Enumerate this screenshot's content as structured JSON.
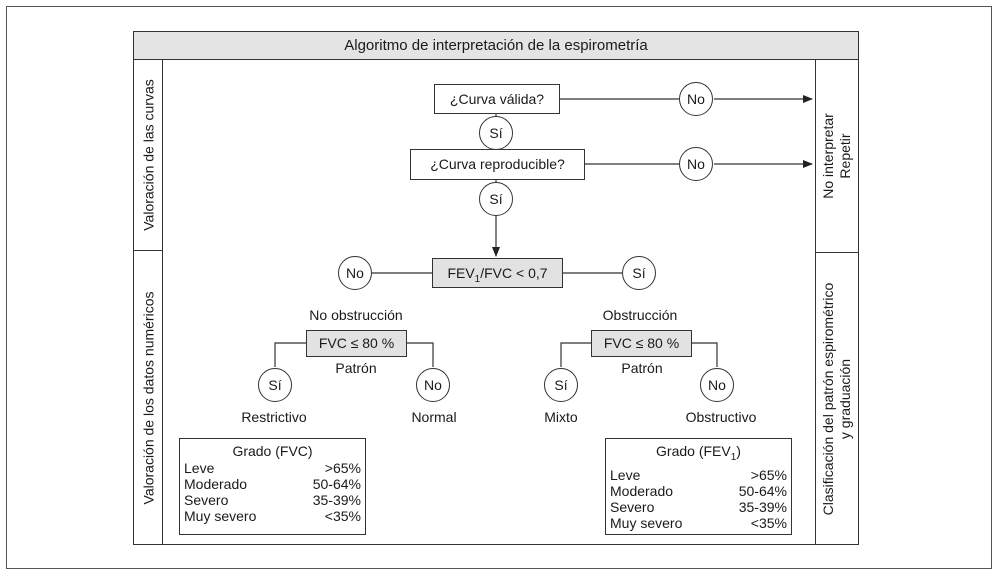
{
  "title": "Algoritmo de interpretación de la espirometría",
  "left_labels": {
    "top": "Valoración de las curvas",
    "bottom": "Valoración de los datos numéricos"
  },
  "right_labels": {
    "top_line1": "No interpretar",
    "top_line2": "Repetir",
    "bottom_line1": "Clasificación del patrón espirométrico",
    "bottom_line2": "y graduación"
  },
  "flow": {
    "q_valid": "¿Curva válida?",
    "q_reproducible": "¿Curva reproducible?",
    "no": "No",
    "si": "Sí",
    "fev_prefix": "FEV",
    "fev_sub": "1",
    "fev_suffix": "/FVC < 0,7",
    "no_obstruction": "No obstrucción",
    "obstruction": "Obstrucción",
    "fvc_test": "FVC ≤ 80 %",
    "pattern": "Patrón",
    "restrictive": "Restrictivo",
    "normal": "Normal",
    "mixed": "Mixto",
    "obstructive": "Obstructivo"
  },
  "grade_fvc": {
    "title": "Grado (FVC)",
    "rows": [
      {
        "label": "Leve",
        "value": ">65%"
      },
      {
        "label": "Moderado",
        "value": "50-64%"
      },
      {
        "label": "Severo",
        "value": "35-39%"
      },
      {
        "label": "Muy severo",
        "value": "<35%"
      }
    ]
  },
  "grade_fev1": {
    "title_prefix": "Grado (FEV",
    "title_sub": "1",
    "title_suffix": ")",
    "rows": [
      {
        "label": "Leve",
        "value": ">65%"
      },
      {
        "label": "Moderado",
        "value": "50-64%"
      },
      {
        "label": "Severo",
        "value": "35-39%"
      },
      {
        "label": "Muy severo",
        "value": "<35%"
      }
    ]
  }
}
